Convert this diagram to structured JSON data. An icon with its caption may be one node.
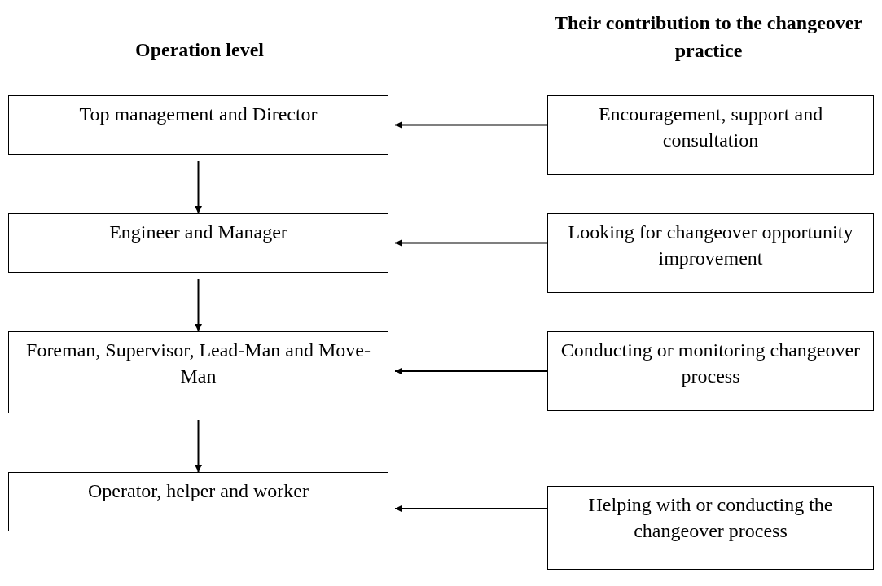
{
  "diagram": {
    "nodes": [
      {
        "text": [
          "Top management and Director"
        ]
      },
      {
        "text": [
          "Encouragement, support and consultation"
        ]
      },
      {
        "text": [
          "Engineer and Manager"
        ]
      },
      {
        "text": [
          "Looking for changeover opportunity improvement"
        ]
      },
      {
        "text": [
          "Foreman, Supervisor, Lead-Man and Move-Man"
        ]
      },
      {
        "text": [
          "Conducting or monitoring changeover process"
        ]
      },
      {
        "text": [
          "Operator, helper and worker"
        ]
      },
      {
        "text": [
          "Helping with or conducting the changeover process"
        ]
      }
    ],
    "edges": [
      {
        "from": 1,
        "to": 0,
        "arrow": "to"
      },
      {
        "from": 0,
        "to": 2,
        "arrow": "to"
      },
      {
        "from": 3,
        "to": 2,
        "arrow": "to"
      },
      {
        "from": 2,
        "to": 4,
        "arrow": "to"
      },
      {
        "from": 5,
        "to": 4,
        "arrow": "to"
      },
      {
        "from": 4,
        "to": 6,
        "arrow": "to"
      },
      {
        "from": 7,
        "to": 6,
        "arrow": "to"
      }
    ],
    "labels": [
      "Operation level",
      "Their contribution to the changeover practice"
    ]
  }
}
